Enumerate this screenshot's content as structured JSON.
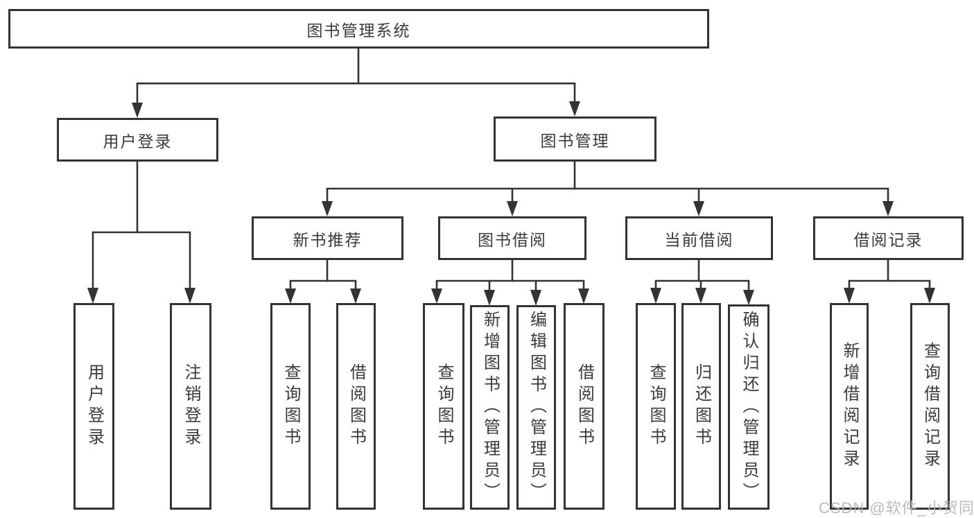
{
  "tree": {
    "root": {
      "label": "图书管理系统"
    },
    "branches": [
      {
        "label": "用户登录",
        "children": [
          {
            "label": "用户登录"
          },
          {
            "label": "注销登录"
          }
        ]
      },
      {
        "label": "图书管理",
        "children": [
          {
            "label": "新书推荐",
            "children": [
              {
                "label": "查询图书"
              },
              {
                "label": "借阅图书"
              }
            ]
          },
          {
            "label": "图书借阅",
            "children": [
              {
                "label": "查询图书"
              },
              {
                "label": "新增图书（管理员）"
              },
              {
                "label": "编辑图书（管理员）"
              },
              {
                "label": "借阅图书"
              }
            ]
          },
          {
            "label": "当前借阅",
            "children": [
              {
                "label": "查询图书"
              },
              {
                "label": "归还图书"
              },
              {
                "label": "确认归还（管理员）"
              }
            ]
          },
          {
            "label": "借阅记录",
            "children": [
              {
                "label": "新增借阅记录"
              },
              {
                "label": "查询借阅记录"
              }
            ]
          }
        ]
      }
    ]
  },
  "watermark": {
    "text": "CSDN @软件_小贺同学"
  },
  "colors": {
    "line": "#333333",
    "text": "#3a3a3a",
    "background": "#ffffff",
    "watermark": "rgba(178,178,178,0.9)"
  }
}
